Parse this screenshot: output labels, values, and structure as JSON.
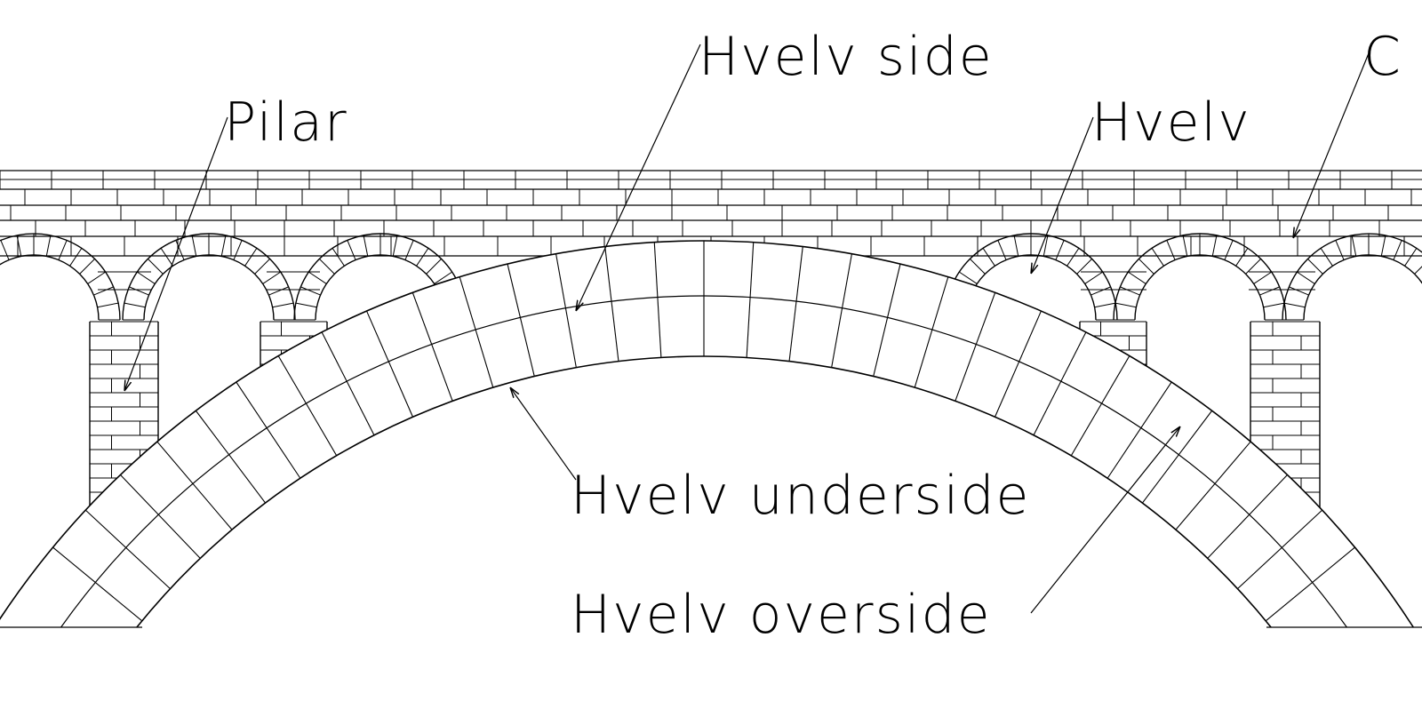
{
  "labels": {
    "hvelv_side": "Hvelv  side",
    "pilar": "Pilar",
    "hvelv": "Hvelv",
    "hvelv_underside": "Hvelv  underside",
    "hvelv_overside": "Hvelv  overside",
    "cut_off": "C"
  },
  "colors": {
    "line": "#000000",
    "background": "#ffffff"
  }
}
